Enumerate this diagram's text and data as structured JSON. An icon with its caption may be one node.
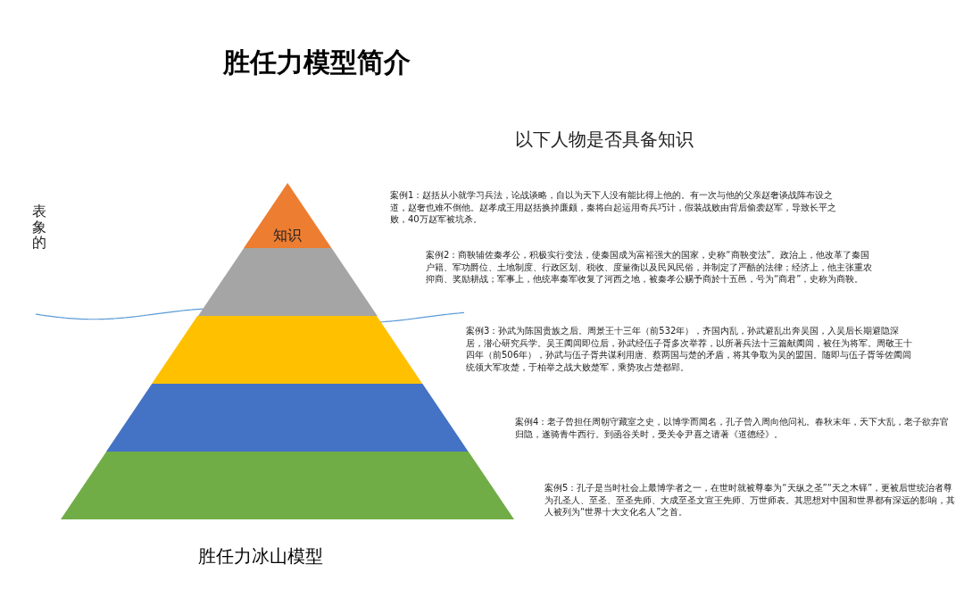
{
  "diagram": {
    "title": "胜任力模型简介",
    "caption": "胜任力冰山模型",
    "nodes": [
      {
        "text": [
          "知识"
        ]
      },
      {
        "text": [],
        "shape": "trapezoid"
      },
      {
        "text": [],
        "shape": "trapezoid"
      },
      {
        "text": [],
        "shape": "trapezoid"
      },
      {
        "text": [],
        "shape": "trapezoid"
      }
    ],
    "edges": [],
    "labels": [
      "以下人物是否具备知识",
      "表象的",
      "案例1：赵括从小就学习兵法，论战谈略，自以为天下人没有能比得上他的。有一次与他的父亲赵奢谈战阵布设之道，赵奢也难不倒他。赵孝成王用赵括换掉廉颇，秦将白起运用奇兵巧计，假装战败由背后偷袭赵军，导致长平之败，40万赵军被坑杀。",
      "案例2：商鞅辅佐秦孝公，积极实行变法，使秦国成为富裕强大的国家，史称“商鞅变法”。政治上，他改革了秦国户籍、军功爵位、土地制度、行政区划、税收、度量衡以及民风民俗，并制定了严酷的法律；经济上，他主张重农抑商、奖励耕战；军事上，他统率秦军收复了河西之地，被秦孝公赐予商於十五邑，号为“商君”，史称为商鞅。",
      "案例3：孙武为陈国贵族之后。周景王十三年（前532年），齐国内乱，孙武避乱出奔吴国，入吴后长期避隐深居，潜心研究兵学。吴王阖闾即位后，孙武经伍子胥多次举荐，以所著兵法十三篇献阖闾，被任为将军。周敬王十四年（前506年），孙武与伍子胥共谋利用唐、蔡两国与楚的矛盾，将其争取为吴的盟国。随即与伍子胥等佐阖闾统领大军攻楚，于柏举之战大败楚军，乘势攻占楚都郢。",
      "案例4：老子曾担任周朝守藏室之史，以博学而闻名，孔子曾入周向他问礼。春秋末年，天下大乱，老子欲弃官归隐，遂骑青牛西行。到函谷关时，受关令尹喜之请著《道德经》。",
      "案例5：孔子是当时社会上最博学者之一，在世时就被尊奉为“天纵之圣”“天之木铎”，更被后世统治者尊为孔圣人、至圣、至圣先师、大成至圣文宣王先师、万世师表。其思想对中国和世界都有深远的影响，其人被列为“世界十大文化名人”之首。"
    ]
  }
}
